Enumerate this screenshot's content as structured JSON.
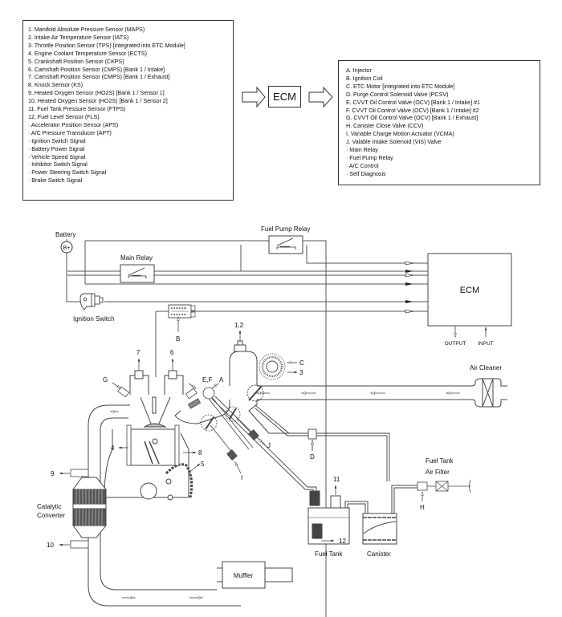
{
  "inputs": {
    "items": [
      "1. Manifold Absolute Pressure Sensor (MAPS)",
      "2. Intake Air Temperature Sensor (IATS)",
      "3. Throttle Position Sensor (TPS) [integrated into ETC Module]",
      "4. Engine Coolant Temperature Sensor (ECTS)",
      "5. Crankshaft Position Sensor (CKPS)",
      "6. Camshaft Position Sensor (CMPS) [Bank 1 / Intake]",
      "7. Camshaft Position Sensor (CMPS) [Bank 1 / Exhaust]",
      "8. Knock Sensor (KS)",
      "9. Heated Oxygen Sensor (HO2S) [Bank 1 / Sensor 1]",
      "10. Heated Oxygen Sensor (HO2S) [Bank 1 / Sensor 2]",
      "11. Fuel Tank Pressure Sensor (FTPS)",
      "12. Fuel Level Sensor (FLS)",
      "· Accelerator Position Sensor (APS)",
      "· A/C Pressure Transducer (APT)",
      "· Ignition Switch Signal",
      "· Battery Power Signal",
      "· Vehicle Speed Signal",
      "· Inhibitor Switch Signal",
      "· Power Steering Switch Signal",
      "· Brake Switch Signal"
    ]
  },
  "ecm_center_label": "ECM",
  "outputs": {
    "items": [
      "A. Injector",
      "B. Ignition Coil",
      "C. ETC Motor [integrated into ETC Module]",
      "D. Purge Control Solenoid Valve (PCSV)",
      "E. CVVT Oil Control Valve (OCV) [Bank 1 / Intake] #1",
      "F. CVVT Oil Control Valve (OCV) [Bank 1 / Intake] #2",
      "G. CVVT Oil Control Valve (OCV) [Bank 1 / Exhaust]",
      "H.  Canister Close Valve (CCV)",
      "I.  Variable Charge Motion Actuator (VCMA)",
      "J. Valable Intake Solenoid (VIS) Valve",
      "· Main Relay",
      "· Fuel Pump Relay",
      "· A/C Control",
      "· Self Diagnosis"
    ]
  },
  "diagram": {
    "battery_label": "Battery",
    "battery_symbol": "B+",
    "main_relay_label": "Main Relay",
    "fuel_pump_relay_label": "Fuel Pump Relay",
    "ignition_switch_label": "Ignition Switch",
    "ecm_label": "ECM",
    "ecm_output_label": "OUTPUT",
    "ecm_input_label": "INPUT",
    "air_cleaner_label": "Air Cleaner",
    "catalytic_converter_label_1": "Catalytic",
    "catalytic_converter_label_2": "Converter",
    "muffler_label": "Muffler",
    "fuel_tank_label": "Fuel Tank",
    "canister_label": "Canister",
    "fuel_tank_air_filter_label_1": "Fuel Tank",
    "fuel_tank_air_filter_label_2": "Air Filter",
    "callouts": {
      "b": "B",
      "c": "C",
      "d": "D",
      "ef": "E,F",
      "a": "A",
      "g": "G",
      "h": "H",
      "i": "I",
      "j": "J",
      "n12": "1,2",
      "n3": "3",
      "n4": "4",
      "n5": "5",
      "n6": "6",
      "n7": "7",
      "n8": "8",
      "n9": "9",
      "n10": "10",
      "n11": "11",
      "n12b": "12"
    }
  }
}
